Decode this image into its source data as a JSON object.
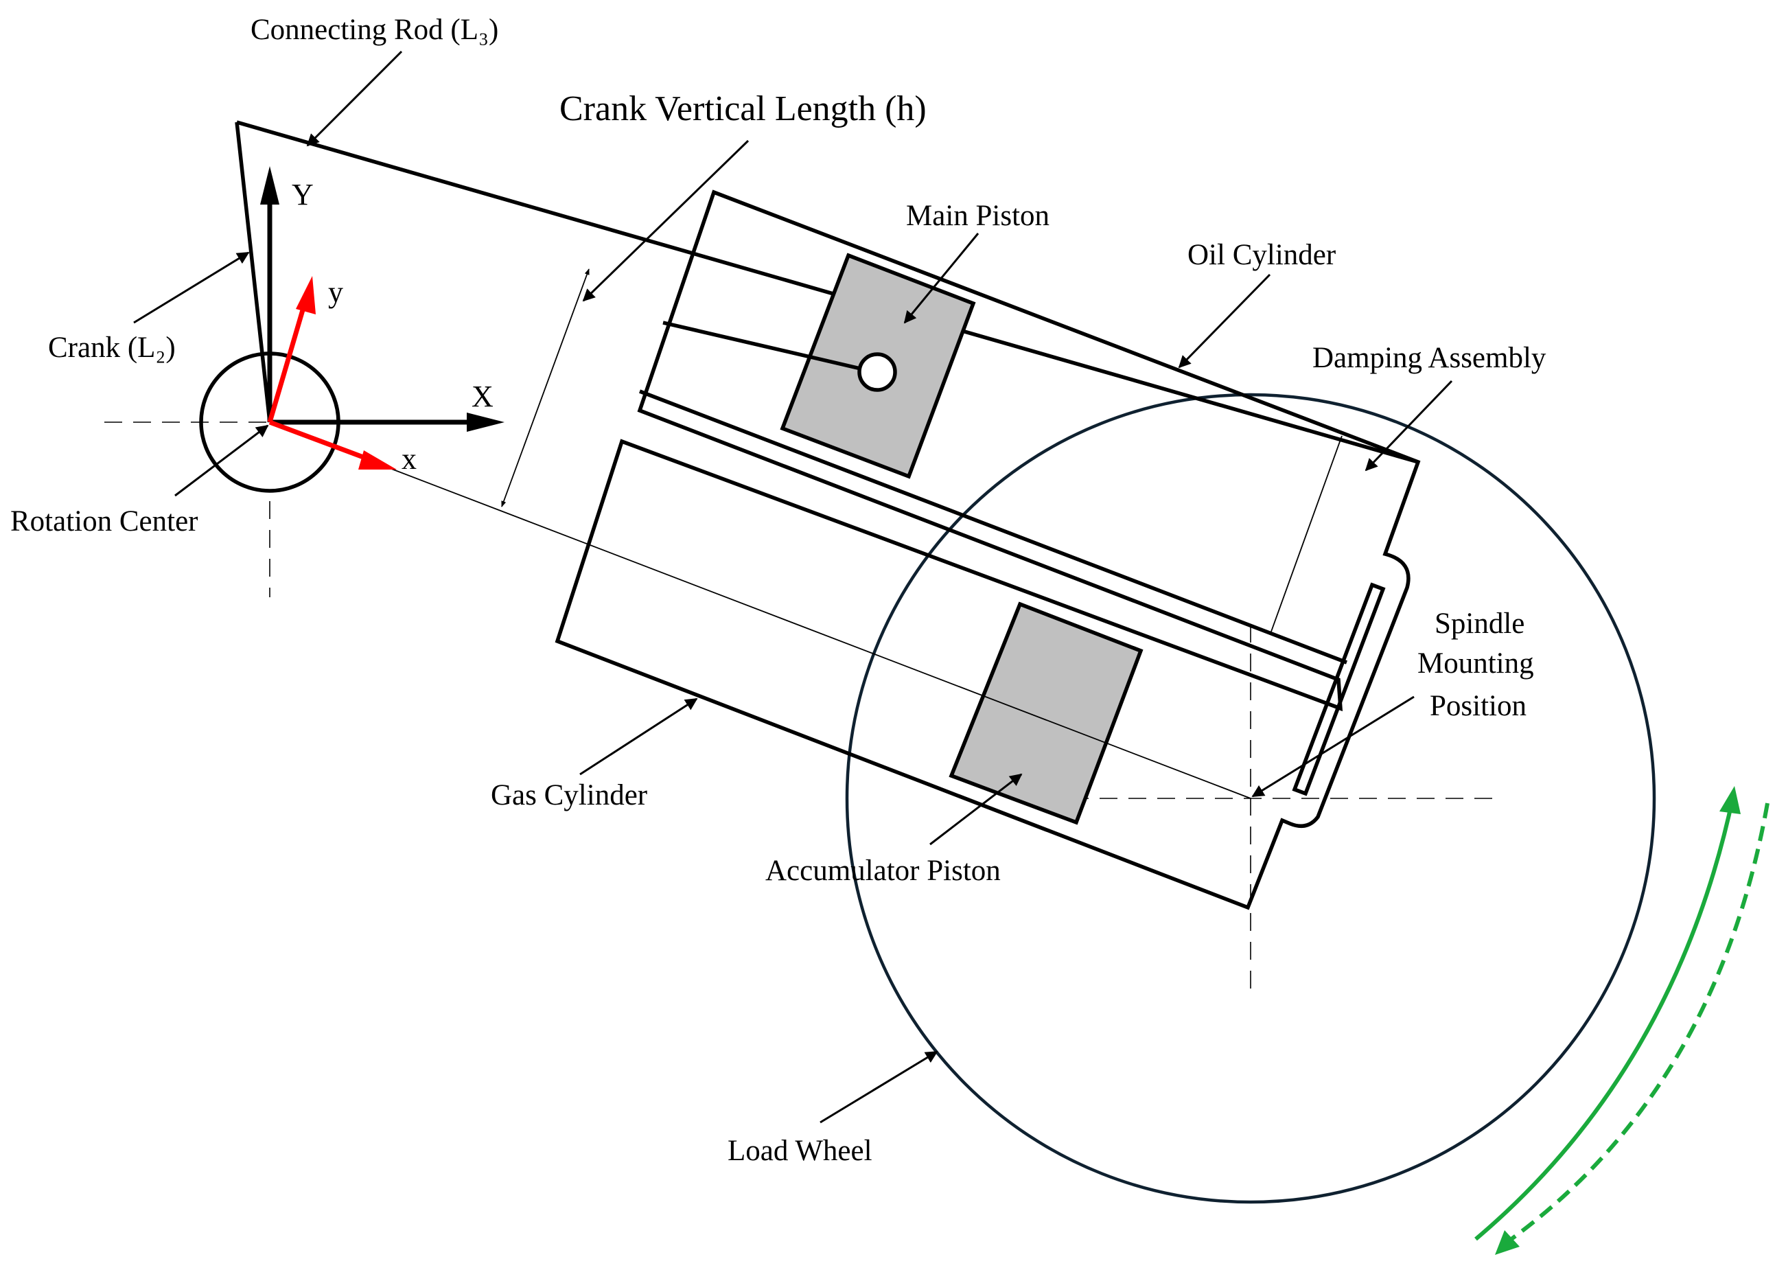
{
  "labels": {
    "connecting_rod": "Connecting Rod (L₃)",
    "crank_vertical_length": "Crank Vertical Length (h)",
    "main_piston": "Main Piston",
    "oil_cylinder": "Oil Cylinder",
    "damping_assembly": "Damping Assembly",
    "crank": "Crank (L₂)",
    "rotation_center": "Rotation Center",
    "spindle_line1": "Spindle",
    "spindle_line2": "Mounting",
    "spindle_line3": "Position",
    "gas_cylinder": "Gas Cylinder",
    "accumulator_piston": "Accumulator Piston",
    "load_wheel": "Load Wheel"
  },
  "axes": {
    "global_y": "Y",
    "global_x": "X",
    "local_y": "y",
    "local_x": "x"
  },
  "colors": {
    "local_axes": "#ff0000",
    "rotation_arrows": "#1aaa3c",
    "piston_fill": "#c0c0c0",
    "wheel_stroke": "#0f2130"
  }
}
